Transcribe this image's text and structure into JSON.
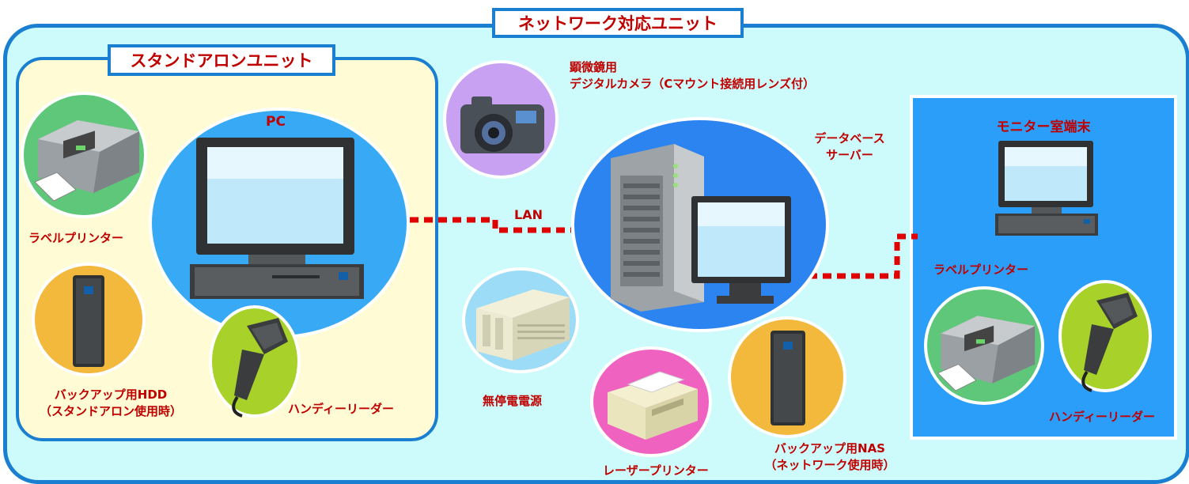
{
  "network_unit": {
    "title": "ネットワーク対応ユニット"
  },
  "standalone_unit": {
    "title": "スタンドアロンユニット",
    "pc_label": "PC",
    "label_printer": "ラベルプリンター",
    "backup_hdd_line1": "バックアップ用HDD",
    "backup_hdd_line2": "（スタンドアロン使用時）",
    "handy_reader": "ハンディーリーダー"
  },
  "microscope_camera": {
    "line1": "顕微鏡用",
    "line2": "デジタルカメラ（Cマウント接続用レンズ付）"
  },
  "lan_label": "LAN",
  "db_server": {
    "line1": "データベース",
    "line2": "サーバー"
  },
  "ups": "無停電電源",
  "laser_printer": "レーザープリンター",
  "backup_nas": {
    "line1": "バックアップ用NAS",
    "line2": "（ネットワーク使用時）"
  },
  "monitor_terminal": {
    "title": "モニター室端末",
    "label_printer": "ラベルプリンター",
    "handy_reader": "ハンディーリーダー"
  },
  "colors": {
    "frame_blue": "#1a7fd0",
    "network_bg": "#cdfbfb",
    "standalone_bg": "#fffbd4",
    "label_red": "#c00000",
    "lan_line": "#e00000"
  },
  "icons": [
    "pc-icon",
    "label-printer-icon",
    "hdd-icon",
    "barcode-scanner-icon",
    "camera-icon",
    "server-icon",
    "ups-icon",
    "laser-printer-icon",
    "nas-icon"
  ]
}
